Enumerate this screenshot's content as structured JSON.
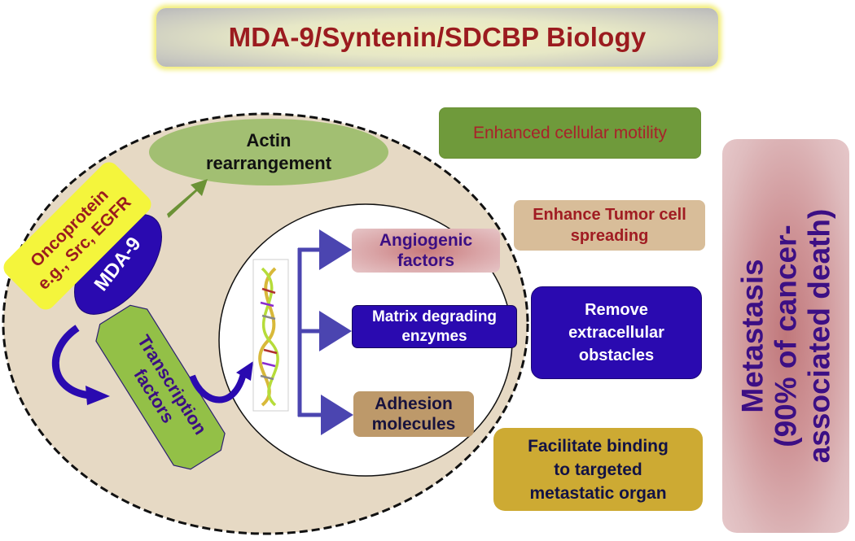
{
  "title": "MDA-9/Syntenin/SDCBP Biology",
  "cell": {
    "actin": [
      "Actin",
      "rearrangement"
    ],
    "oncoprotein": [
      "Oncoprotein",
      "e.g., Src, EGFR"
    ],
    "mda9": "MDA-9",
    "transcription_factors": [
      "Transcription",
      "factors"
    ],
    "nucleus_targets": [
      {
        "label": [
          "Angiogenic",
          "factors"
        ]
      },
      {
        "label": [
          "Matrix degrading",
          "enzymes"
        ]
      },
      {
        "label": [
          "Adhesion",
          "molecules"
        ]
      }
    ]
  },
  "outcomes": {
    "motility": "Enhanced cellular motility",
    "tumor_spreading": [
      "Enhance Tumor cell",
      "spreading"
    ],
    "remove_obstacles": [
      "Remove",
      "extracellular",
      "obstacles"
    ],
    "facilitate_binding": [
      "Facilitate binding",
      "to targeted",
      "metastatic organ"
    ]
  },
  "metastasis": [
    "Metastasis",
    "(90% of cancer-",
    "associated death)"
  ],
  "colors": {
    "cell_fill": "#e6d9c4",
    "mda9": "#2a0ab0",
    "arrow_blue": "#2a0ab0",
    "bracket": "#4b45b0",
    "actin_green": "#a2bf72",
    "title_red": "#9b1b1f"
  }
}
